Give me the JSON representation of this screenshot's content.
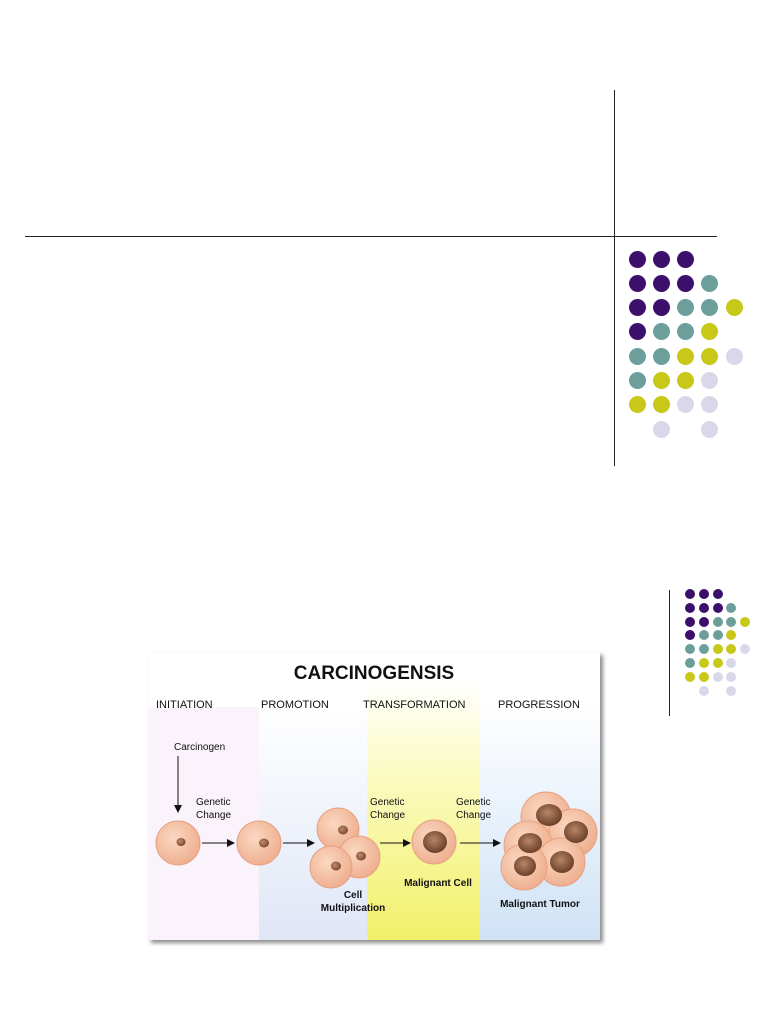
{
  "colors": {
    "purple": "#3b0f6b",
    "teal": "#6c9f9c",
    "yellow": "#c8c819",
    "lavender": "#d9d8ea",
    "rule": "#222222"
  },
  "dot_grid": [
    [
      "purple",
      "purple",
      "purple",
      "",
      ""
    ],
    [
      "purple",
      "purple",
      "purple",
      "teal",
      ""
    ],
    [
      "purple",
      "purple",
      "teal",
      "teal",
      "yellow"
    ],
    [
      "purple",
      "teal",
      "teal",
      "yellow",
      ""
    ],
    [
      "teal",
      "teal",
      "yellow",
      "yellow",
      "lavender"
    ],
    [
      "teal",
      "yellow",
      "yellow",
      "lavender",
      ""
    ],
    [
      "yellow",
      "yellow",
      "lavender",
      "lavender",
      ""
    ],
    [
      "",
      "lavender",
      "",
      "lavender",
      ""
    ]
  ],
  "figure": {
    "title": "CARCINOGENSIS",
    "stages": [
      "INITIATION",
      "PROMOTION",
      "TRANSFORMATION",
      "PROGRESSION"
    ],
    "labels": {
      "carcinogen": "Carcinogen",
      "genetic": "Genetic",
      "change": "Change",
      "cell": "Cell",
      "multiplication": "Multiplication",
      "malignant_cell": "Malignant Cell",
      "malignant_tumor": "Malignant Tumor"
    }
  }
}
